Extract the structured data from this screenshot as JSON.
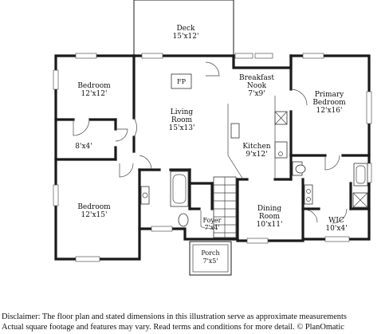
{
  "rooms": {
    "deck": {
      "name": "Deck",
      "dim": "15'x12'"
    },
    "bedroom1": {
      "name": "Bedroom",
      "dim": "12'x12'"
    },
    "fp": {
      "name": "FP"
    },
    "living": {
      "name1": "Living",
      "name2": "Room",
      "dim": "15'x13'"
    },
    "breakfast": {
      "name1": "Breakfast",
      "name2": "Nook",
      "dim": "7'x9'"
    },
    "primary": {
      "name1": "Primary",
      "name2": "Bedroom",
      "dim": "12'x16'"
    },
    "closet": {
      "dim": "8'x4'"
    },
    "kitchen": {
      "name": "Kitchen",
      "dim": "9'x12'"
    },
    "bedroom2": {
      "name": "Bedroom",
      "dim": "12'x15'"
    },
    "foyer": {
      "name": "Foyer",
      "dim": "7'x4'"
    },
    "dining": {
      "name1": "Dining",
      "name2": "Room",
      "dim": "10'x11'"
    },
    "wic": {
      "name": "WIC",
      "dim": "10'x4'"
    },
    "porch": {
      "name": "Porch",
      "dim": "7'x5'"
    }
  },
  "disclaimer": {
    "line1": "Disclaimer: The floor plan and stated dimensions in this illustration serve as approximate measurements",
    "line2": "Actual square footage and features may vary. Read terms and conditions for more detail. © PlanOmatic"
  }
}
